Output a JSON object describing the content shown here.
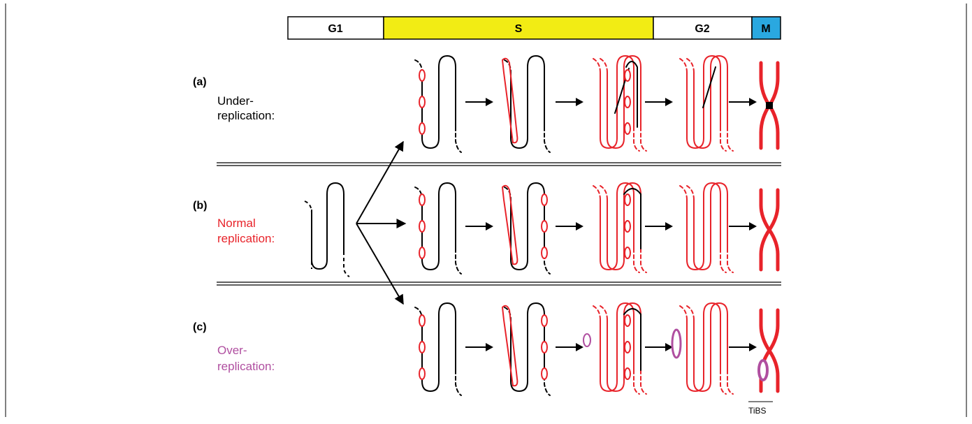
{
  "phases": [
    {
      "label": "G1",
      "color": "#ffffff"
    },
    {
      "label": "S",
      "color": "#f2ec14"
    },
    {
      "label": "G2",
      "color": "#ffffff"
    },
    {
      "label": "M",
      "color": "#2aa8e0"
    }
  ],
  "rows": [
    {
      "id": "a",
      "letter": "(a)",
      "lines": [
        "Under-",
        "replication:"
      ],
      "color": "#000000"
    },
    {
      "id": "b",
      "letter": "(b)",
      "lines": [
        "Normal",
        "replication:"
      ],
      "color": "#e8232a"
    },
    {
      "id": "c",
      "letter": "(c)",
      "lines": [
        "Over-",
        "replication:"
      ],
      "color": "#b04fa0"
    }
  ],
  "credit": "TiBS",
  "colors": {
    "dna": "#000000",
    "replicated": "#e8232a",
    "over": "#b04fa0"
  }
}
